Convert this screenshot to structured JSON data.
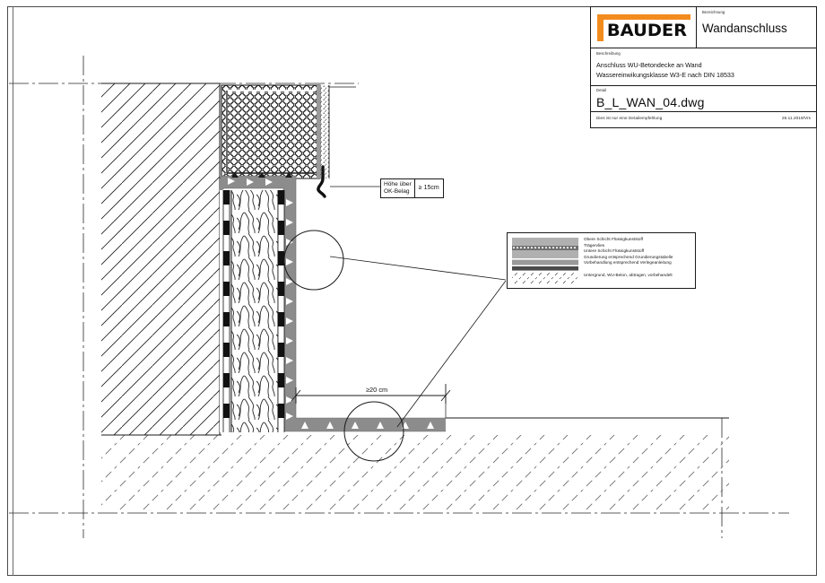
{
  "document": {
    "type": "technical-detail-drawing",
    "sheet_background": "#ffffff"
  },
  "title_block": {
    "logo_text": "BAUDER",
    "logo_accent_color": "#f28c1e",
    "designation_caption": "Bezeichnung",
    "designation_value": "Wandanschluss",
    "description_caption": "Beschreibung",
    "description_lines": [
      "Anschluss WU-Betondecke an Wand",
      "Wassereinwikungsklasse W3-E nach DIN 18533"
    ],
    "detail_caption": "Detail",
    "detail_filename": "B_L_WAN_04.dwg",
    "footer_note": "Dies ist nur eine Detailempfehlung",
    "footer_date": "26.11.2019/Vrs"
  },
  "callouts": {
    "height_label": "Höhe über\nOK-Belag",
    "height_label_line1": "Höhe über",
    "height_label_line2": "OK-Belag",
    "height_value": "≥ 15cm",
    "horizontal_dimension": "≥20 cm"
  },
  "legend": {
    "items": [
      {
        "label": "Obere Schicht Flüssigkunststoff",
        "swatch": "light-gray-band"
      },
      {
        "label": "Trägervlies",
        "swatch": "dotted-band"
      },
      {
        "label": "Untere Schicht Flüssigkunststoff",
        "swatch": "light-gray-band"
      },
      {
        "label": "Grundierung entsprechend Grundierungstabelle",
        "swatch": "mid-gray-band"
      },
      {
        "label": "Vorbehandlung entsprechend Verlegeanleitung",
        "swatch": "dark-gray-band"
      },
      {
        "label": "Untergrund, WU-Beton, abtragen, vorbehandelt",
        "swatch": "diagonal-hatch"
      }
    ]
  },
  "drawing_elements": {
    "wall_hatch": "diagonal-line-hatch-concrete",
    "insulation_hatch": "circle-pattern-insulation",
    "screed_hatch": "scribble-hatch",
    "floor_hatch": "dashed-diagonal-hatch",
    "membrane_color": "#8c8c8c",
    "sealing_color": "#1a1a1a",
    "detail_circle_count": 2,
    "line_color": "#1a1a1a"
  },
  "colors": {
    "accent": "#f28c1e",
    "line": "#1a1a1a",
    "membrane_gray": "#8c8c8c",
    "light_gray": "#b5b5b5",
    "mid_gray": "#8a8a8a",
    "dark_gray": "#4a4a4a"
  }
}
